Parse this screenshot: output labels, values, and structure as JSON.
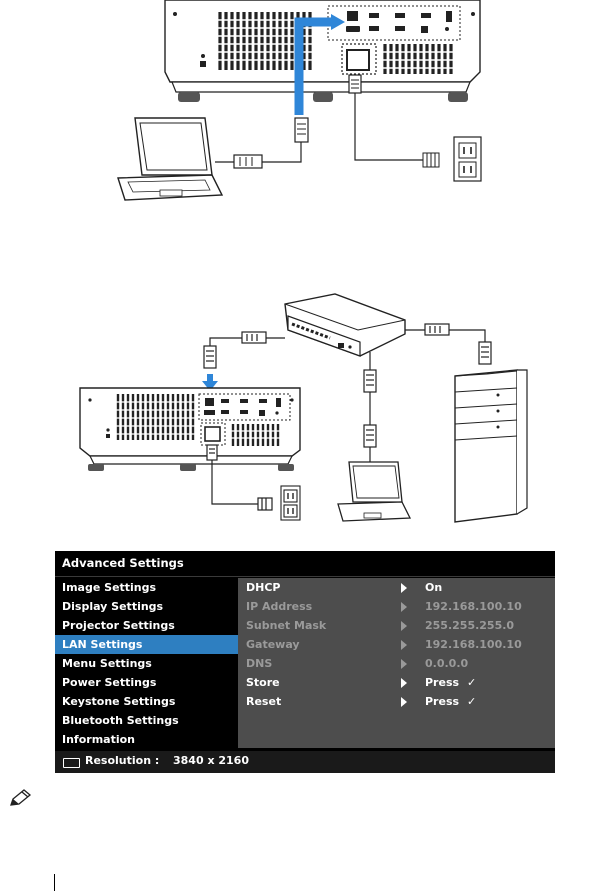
{
  "osd": {
    "title": "Advanced Settings",
    "menu": [
      {
        "label": "Image Settings",
        "active": false
      },
      {
        "label": "Display Settings",
        "active": false
      },
      {
        "label": "Projector Settings",
        "active": false
      },
      {
        "label": "LAN Settings",
        "active": true
      },
      {
        "label": "Menu Settings",
        "active": false
      },
      {
        "label": "Power Settings",
        "active": false
      },
      {
        "label": "Keystone Settings",
        "active": false
      },
      {
        "label": "Bluetooth Settings",
        "active": false
      },
      {
        "label": "Information",
        "active": false
      }
    ],
    "settings": [
      {
        "label": "DHCP",
        "value": "On",
        "enabled": true
      },
      {
        "label": "IP Address",
        "value": "192.168.100.10",
        "enabled": false
      },
      {
        "label": "Subnet Mask",
        "value": "255.255.255.0",
        "enabled": false
      },
      {
        "label": "Gateway",
        "value": "192.168.100.10",
        "enabled": false
      },
      {
        "label": "DNS",
        "value": "0.0.0.0",
        "enabled": false
      },
      {
        "label": "Store",
        "value": "Press",
        "enabled": true,
        "check": "✓"
      },
      {
        "label": "Reset",
        "value": "Press",
        "enabled": true,
        "check": "✓"
      }
    ],
    "status": {
      "resolution_label": "Resolution :",
      "resolution_value": "3840 x 2160"
    },
    "active_color": "#2e7fc1",
    "panel_color": "#4d4d4d"
  },
  "figure_icons": [
    "projector-rear-panel",
    "laptop",
    "power-outlet",
    "lan-cable",
    "router",
    "desktop-tower",
    "power-cable",
    "note-pencil-icon"
  ]
}
